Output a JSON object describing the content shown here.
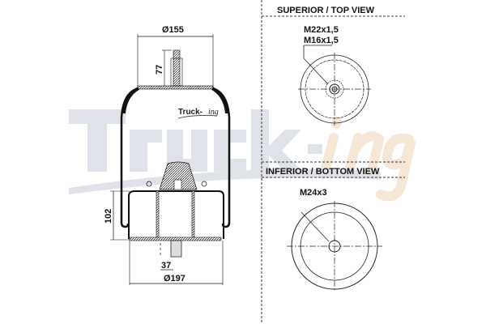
{
  "watermark": {
    "brand": "Truck-",
    "suffix": "ing",
    "gray": "#dfe2e8",
    "orange": "#f5e6d6"
  },
  "side_view": {
    "top_diameter": "Ø155",
    "stud_height": "77",
    "piston_height": "102",
    "bottom_stud": "37",
    "bottom_diameter": "Ø197",
    "logo_brand": "Truck-",
    "logo_suffix": "ing"
  },
  "top_view": {
    "title": "SUPERIOR / TOP VIEW",
    "thread1": "M22x1,5",
    "thread2": "M16x1,5"
  },
  "bottom_view": {
    "title": "INFERIOR / BOTTOM VIEW",
    "thread": "M24x3"
  }
}
